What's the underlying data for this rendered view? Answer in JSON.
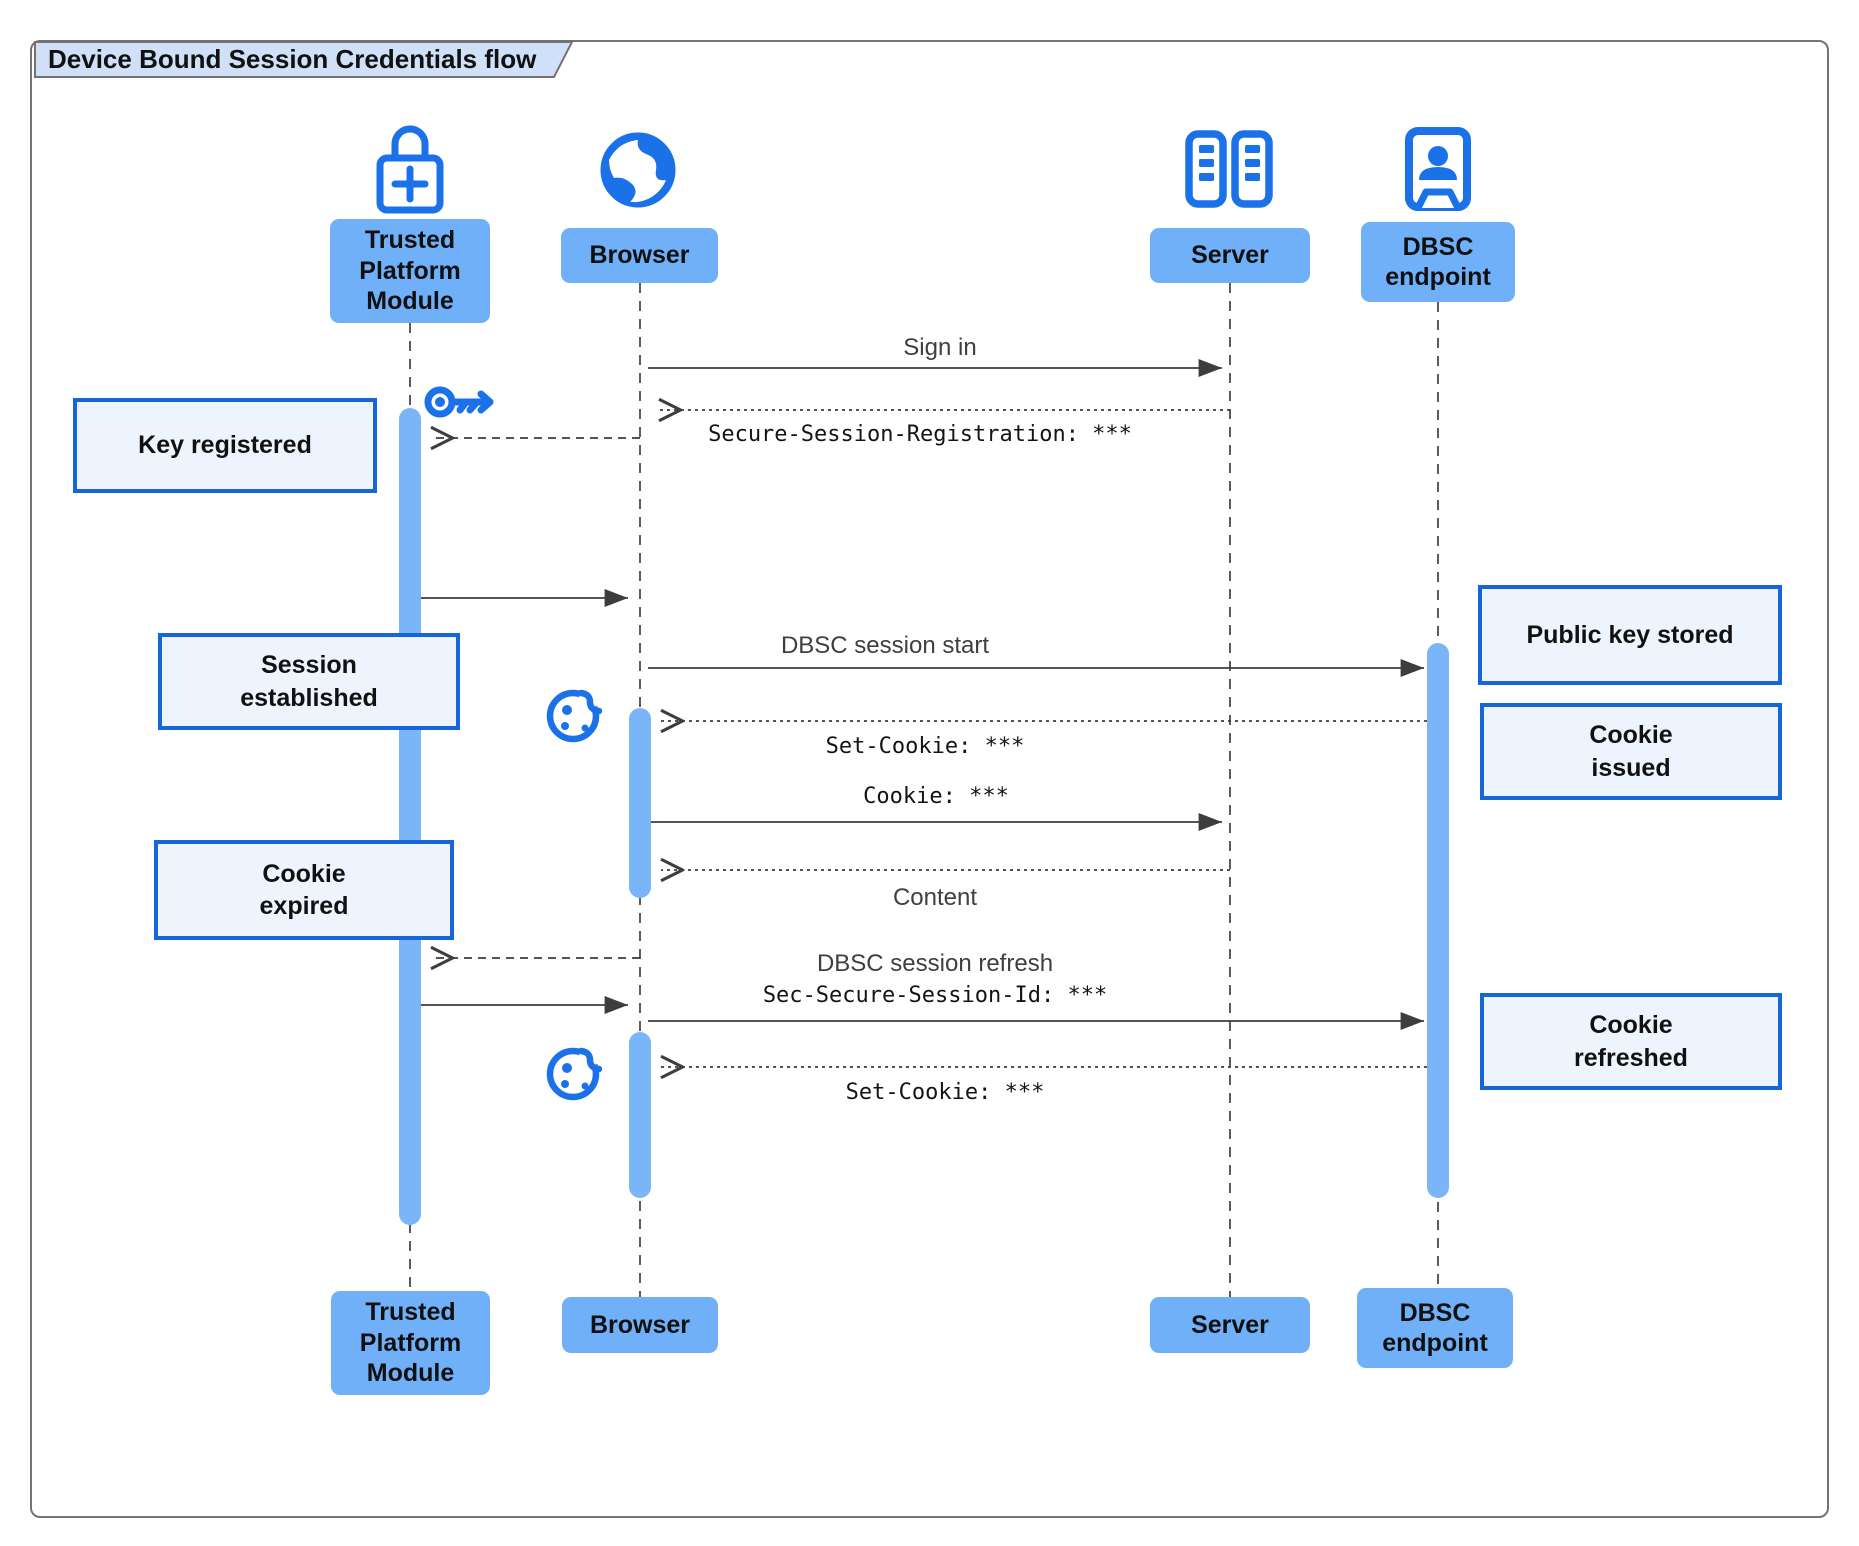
{
  "frame": {
    "title": "Device Bound Session Credentials flow"
  },
  "participants": {
    "tpm": {
      "label": "Trusted\nPlatform\nModule",
      "icon": "lock-plus-icon"
    },
    "browser": {
      "label": "Browser",
      "icon": "globe-icon"
    },
    "server": {
      "label": "Server",
      "icon": "server-rack-icon"
    },
    "dbsc": {
      "label": "DBSC\nendpoint",
      "icon": "endpoint-person-icon"
    }
  },
  "messages": {
    "sign_in": "Sign in",
    "secure_session_registration": "Secure-Session-Registration: ***",
    "dbsc_session_start": "DBSC session start",
    "set_cookie_issue": "Set-Cookie: ***",
    "cookie": "Cookie: ***",
    "content": "Content",
    "dbsc_session_refresh": "DBSC session refresh",
    "sec_secure_session_id": "Sec-Secure-Session-Id: ***",
    "set_cookie_refresh": "Set-Cookie: ***"
  },
  "notes": {
    "key_registered": "Key registered",
    "session_established": "Session\nestablished",
    "public_key_stored": "Public key stored",
    "cookie_issued": "Cookie\nissued",
    "cookie_expired": "Cookie\nexpired",
    "cookie_refreshed": "Cookie\nrefreshed"
  },
  "colors": {
    "icon_blue": "#1b72e8",
    "actor_fill": "#6fb0f9",
    "activation_fill": "#7ab5f8",
    "note_fill": "#eef4fd",
    "note_border": "#1766d8",
    "title_fill": "#cfe0f8",
    "frame_border": "#737373",
    "arrow_color": "#3d3d3d"
  }
}
